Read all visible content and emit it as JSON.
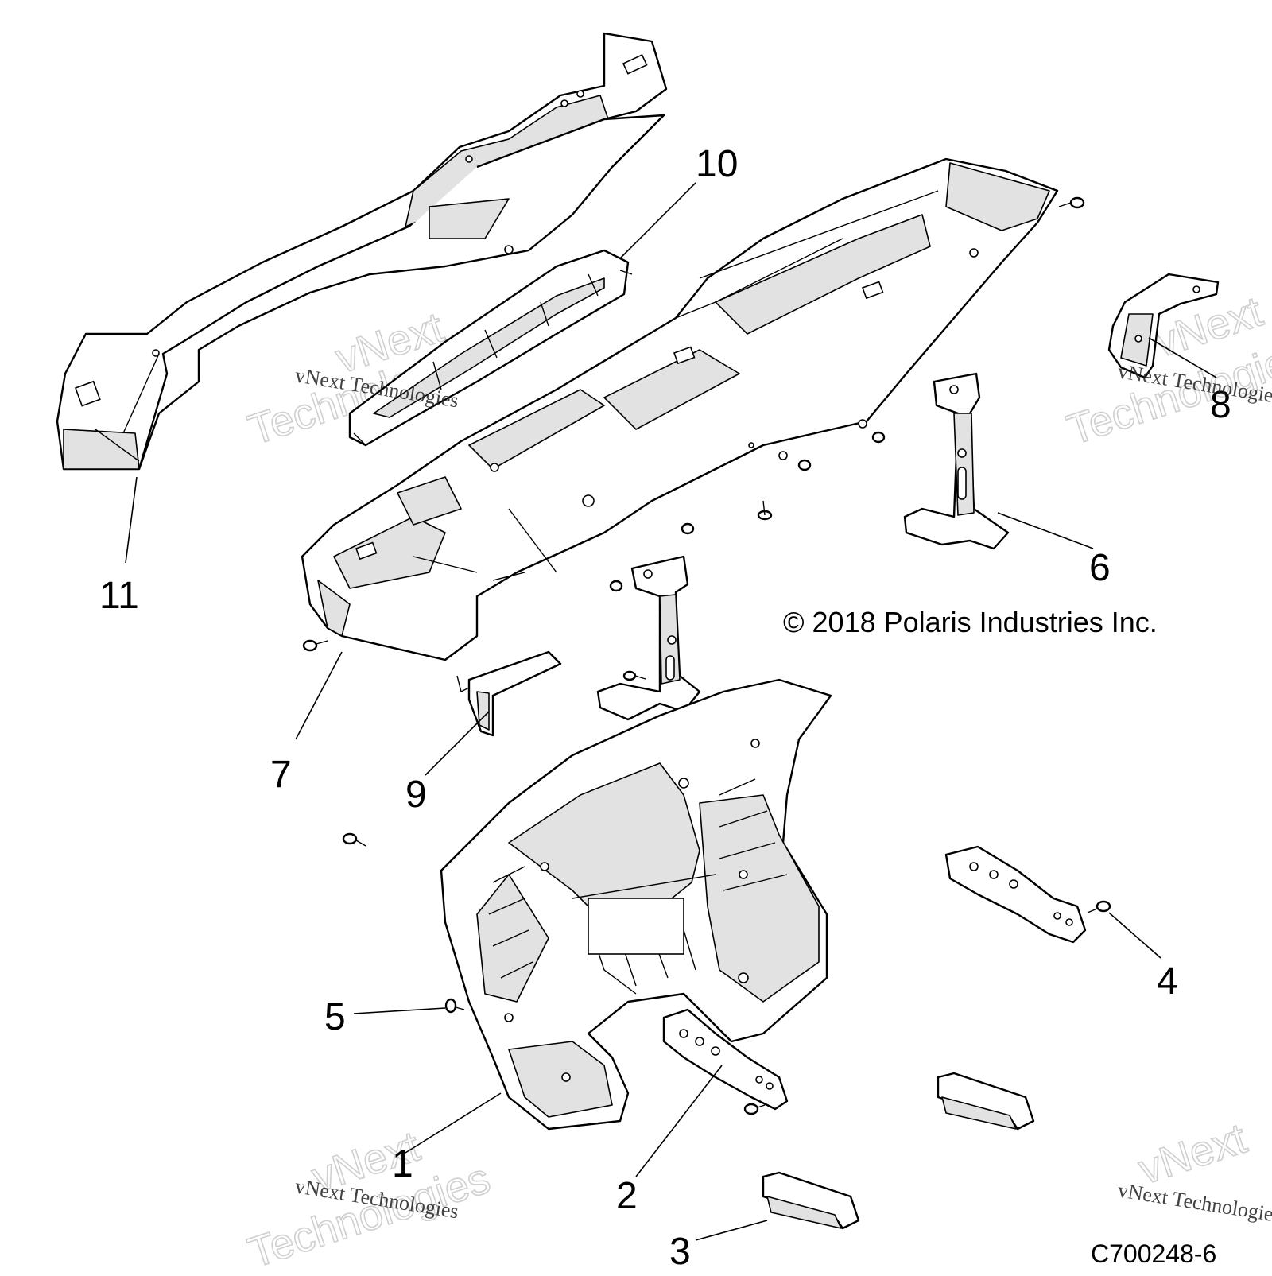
{
  "callouts": [
    {
      "id": "1",
      "label": "1"
    },
    {
      "id": "2",
      "label": "2"
    },
    {
      "id": "3",
      "label": "3"
    },
    {
      "id": "4",
      "label": "4"
    },
    {
      "id": "5",
      "label": "5"
    },
    {
      "id": "6",
      "label": "6"
    },
    {
      "id": "7",
      "label": "7"
    },
    {
      "id": "8",
      "label": "8"
    },
    {
      "id": "9",
      "label": "9"
    },
    {
      "id": "10",
      "label": "10"
    },
    {
      "id": "11",
      "label": "11"
    }
  ],
  "copyright": "© 2018 Polaris Industries Inc.",
  "figure_code": "C700248-6",
  "watermark": {
    "line": "vNext Technologies",
    "word1": "vNext",
    "word2": "Technologies"
  }
}
